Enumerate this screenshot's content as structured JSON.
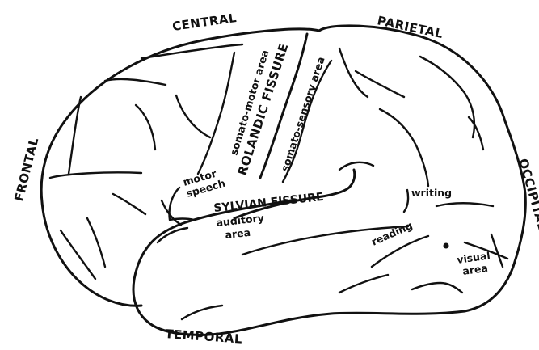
{
  "lobes": {
    "central": "CENTRAL",
    "parietal": "PARIETAL",
    "frontal": "FRONTAL",
    "occipital": "OCCIPITAL",
    "temporal": "TEMPORAL"
  },
  "fissures": {
    "rolandic": "ROLANDIC FISSURE",
    "sylvian": "SYLVIAN FISSURE"
  },
  "areas": {
    "somato_motor": "somato-motor area",
    "somato_sensory": "somato-sensory area",
    "motor_speech_line1": "motor",
    "motor_speech_line2": "speech",
    "auditory_line1": "auditory",
    "auditory_line2": "area",
    "writing": "writing",
    "reading": "reading",
    "visual_line1": "visual",
    "visual_line2": "area"
  }
}
